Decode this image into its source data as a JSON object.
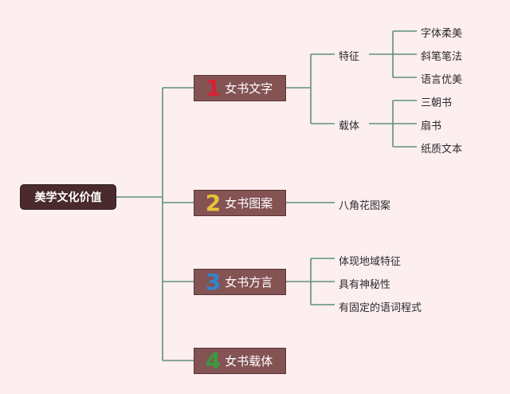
{
  "root": {
    "label": "美学文化价值"
  },
  "branches": [
    {
      "num": "1",
      "label": "女书文字",
      "num_color": "#d42134"
    },
    {
      "num": "2",
      "label": "女书图案",
      "num_color": "#e9c336"
    },
    {
      "num": "3",
      "label": "女书方言",
      "num_color": "#2f86cc"
    },
    {
      "num": "4",
      "label": "女书载体",
      "num_color": "#3a9b3e"
    }
  ],
  "wenzi": {
    "tezheng": {
      "label": "特征",
      "items": [
        "字体柔美",
        "斜笔笔法",
        "语言优美"
      ]
    },
    "zaiti": {
      "label": "载体",
      "items": [
        "三朝书",
        "扇书",
        "纸质文本"
      ]
    }
  },
  "tuan": {
    "items": [
      "八角花图案"
    ]
  },
  "fangyan": {
    "items": [
      "体现地域特征",
      "具有神秘性",
      "有固定的语词程式"
    ]
  },
  "colors": {
    "line": "#5e8f7a",
    "background": "#fdeef0",
    "root_fill": "#4a2a2c",
    "branch_fill": "#845354"
  }
}
